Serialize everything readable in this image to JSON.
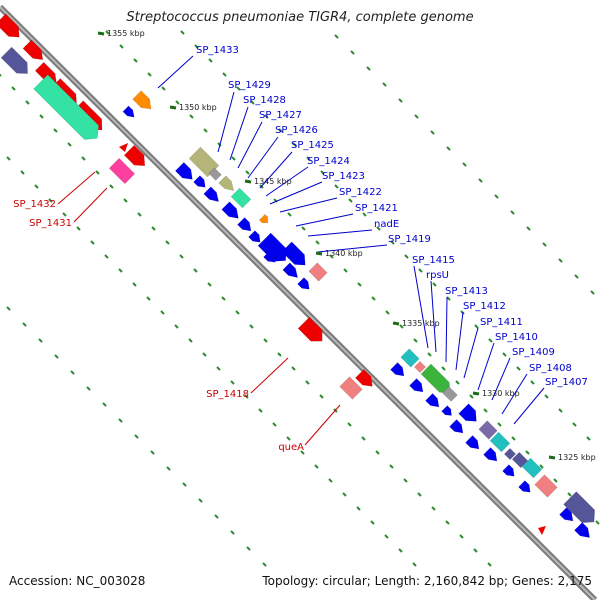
{
  "title": "Streptococcus pneumoniae TIGR4, complete genome",
  "footer": {
    "accession": "Accession: NC_003028",
    "summary": "Topology: circular; Length: 2,160,842 bp; Genes: 2,175"
  },
  "colors": {
    "background": "#ffffff",
    "backbone": "#808080",
    "label_forward": "#0000cc",
    "label_reverse": "#cc0000",
    "tick": "#2e8b2e",
    "gene_blue": "#0000ee",
    "gene_red": "#ee0000",
    "gene_orange": "#ff8c00",
    "gene_olive": "#b5b57a",
    "gene_green": "#3cb33c",
    "gene_mint": "#34e3a3",
    "gene_pink": "#ff3fa0",
    "gene_salmon": "#f08080",
    "gene_teal": "#22bfbf",
    "gene_slate": "#555599",
    "gene_gray": "#999999",
    "gene_purple": "#7a6aa8"
  },
  "tick_labels": [
    "1355 kbp",
    "1350 kbp",
    "1345 kbp",
    "1340 kbp",
    "1335 kbp",
    "1330 kbp",
    "1325 kbp"
  ],
  "forward_labels": [
    "SP_1433",
    "SP_1429",
    "SP_1428",
    "SP_1427",
    "SP_1426",
    "SP_1425",
    "SP_1424",
    "SP_1423",
    "SP_1422",
    "SP_1421",
    "nadE",
    "SP_1419",
    "SP_1415",
    "rpsU",
    "SP_1413",
    "SP_1412",
    "SP_1411",
    "SP_1410",
    "SP_1409",
    "SP_1408",
    "SP_1407"
  ],
  "reverse_labels": [
    "SP_1432",
    "SP_1431",
    "SP_1418",
    "queA"
  ]
}
